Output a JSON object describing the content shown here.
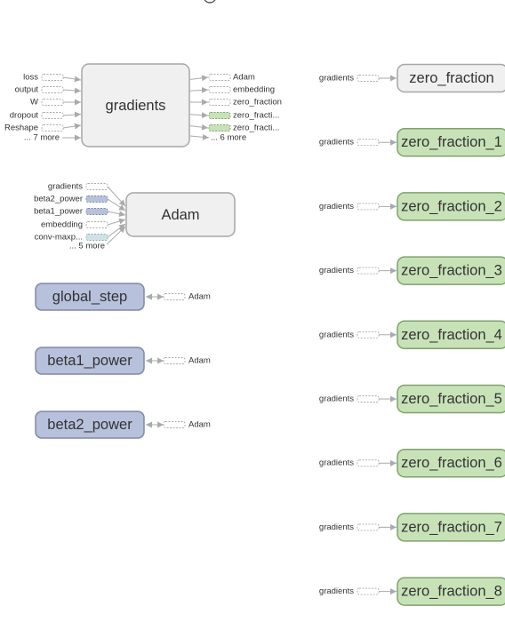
{
  "gradients_node": {
    "label": "gradients",
    "inputs": [
      "loss",
      "output",
      "W",
      "dropout",
      "Reshape",
      "... 7 more"
    ],
    "outputs": [
      "Adam",
      "embedding",
      "zero_fraction",
      "zero_fracti...",
      "zero_fracti...",
      "... 6 more"
    ]
  },
  "adam_node": {
    "label": "Adam",
    "inputs": [
      "gradients",
      "beta2_power",
      "beta1_power",
      "embedding",
      "conv-maxp...",
      "... 5 more"
    ]
  },
  "variable_nodes": [
    {
      "label": "global_step",
      "link": "Adam"
    },
    {
      "label": "beta1_power",
      "link": "Adam"
    },
    {
      "label": "beta2_power",
      "link": "Adam"
    }
  ],
  "zero_fraction_nodes": [
    {
      "label": "zero_fraction",
      "input": "gradients"
    },
    {
      "label": "zero_fraction_1",
      "input": "gradients"
    },
    {
      "label": "zero_fraction_2",
      "input": "gradients"
    },
    {
      "label": "zero_fraction_3",
      "input": "gradients"
    },
    {
      "label": "zero_fraction_4",
      "input": "gradients"
    },
    {
      "label": "zero_fraction_5",
      "input": "gradients"
    },
    {
      "label": "zero_fraction_6",
      "input": "gradients"
    },
    {
      "label": "zero_fraction_7",
      "input": "gradients"
    },
    {
      "label": "zero_fraction_8",
      "input": "gradients"
    }
  ],
  "colors": {
    "namespace_fill": "#f0f0f0",
    "namespace_stroke": "#a6a6a6",
    "variable_fill": "#b7c1dc",
    "variable_stroke": "#7f8aa6",
    "summary_fill": "#c8e2b8",
    "summary_stroke": "#7fa36b",
    "edge": "#aaaaaa"
  }
}
